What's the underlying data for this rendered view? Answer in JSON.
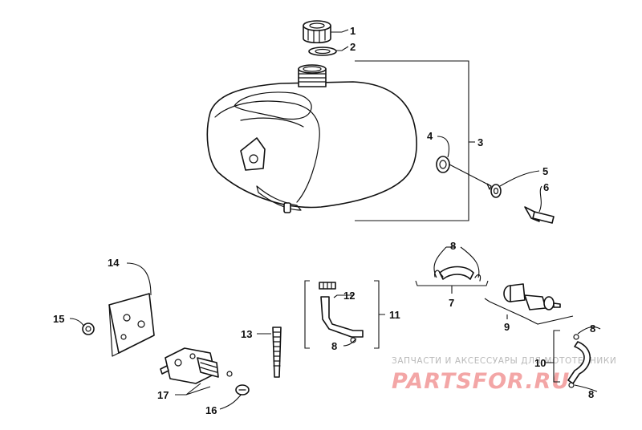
{
  "callouts": {
    "c1": "1",
    "c2": "2",
    "c3": "3",
    "c4": "4",
    "c5": "5",
    "c6": "6",
    "c8a": "8",
    "c7": "7",
    "c9": "9",
    "c8b": "8",
    "c10": "10",
    "c8c": "8",
    "c11": "11",
    "c12": "12",
    "c8d": "8",
    "c13": "13",
    "c14": "14",
    "c15": "15",
    "c16": "16",
    "c17": "17"
  },
  "watermark": {
    "tagline": "ЗАПЧАСТИ И АКСЕССУАРЫ ДЛЯ МОТОТЕХНИКИ",
    "logo": "PARTSFOR.RU",
    "logo_color": "#f3a6a6"
  }
}
